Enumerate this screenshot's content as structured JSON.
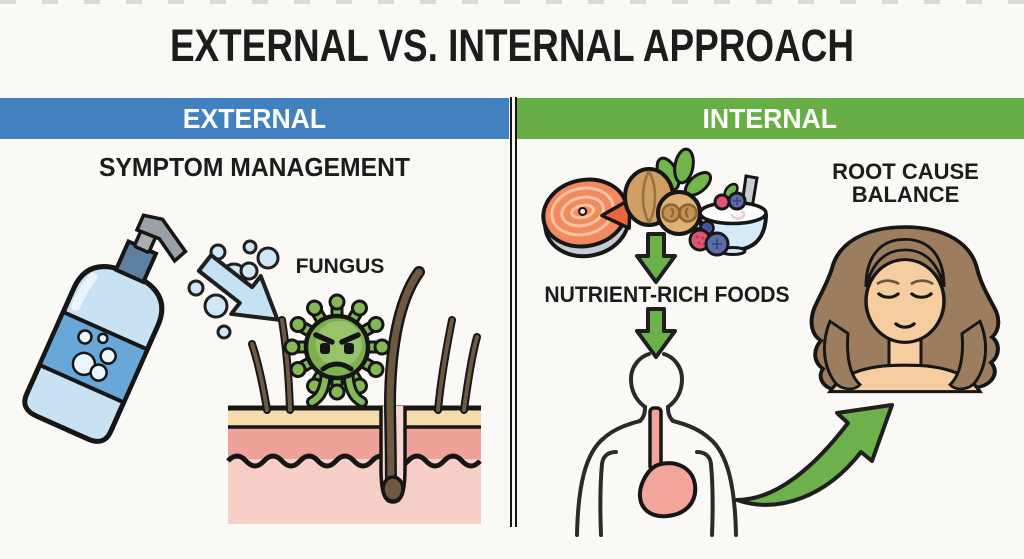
{
  "title": "EXTERNAL VS. INTERNAL APPROACH",
  "external": {
    "header": "EXTERNAL",
    "header_color": "#4181c0",
    "subtitle": "SYMPTOM MANAGEMENT",
    "fungus_label": "FUNGUS",
    "icons": [
      "pump-bottle-icon",
      "spray-bubbles-icon",
      "spray-arrow-icon",
      "fungus-icon",
      "scalp-cross-section-icon",
      "hair-follicle-icon"
    ]
  },
  "internal": {
    "header": "INTERNAL",
    "header_color": "#67ae46",
    "foods_label": "NUTRIENT-RICH FOODS",
    "balance": {
      "line1": "ROOT CAUSE",
      "line2": "BALANCE"
    },
    "icons": [
      "salmon-icon",
      "walnut-icon",
      "yogurt-bowl-icon",
      "berries-icon",
      "down-arrow-icon",
      "torso-digestion-icon",
      "stomach-icon",
      "curved-up-arrow-icon",
      "healthy-woman-icon"
    ]
  },
  "colors": {
    "background": "#fbf9f5",
    "external_accent": "#4181c0",
    "internal_accent": "#67ae46",
    "arrow_green": "#6db14c",
    "spray_blue": "#c5e1f4",
    "fungus_green": "#7fb050",
    "skin_pink": "#efa29a",
    "text": "#1c1c1c"
  }
}
